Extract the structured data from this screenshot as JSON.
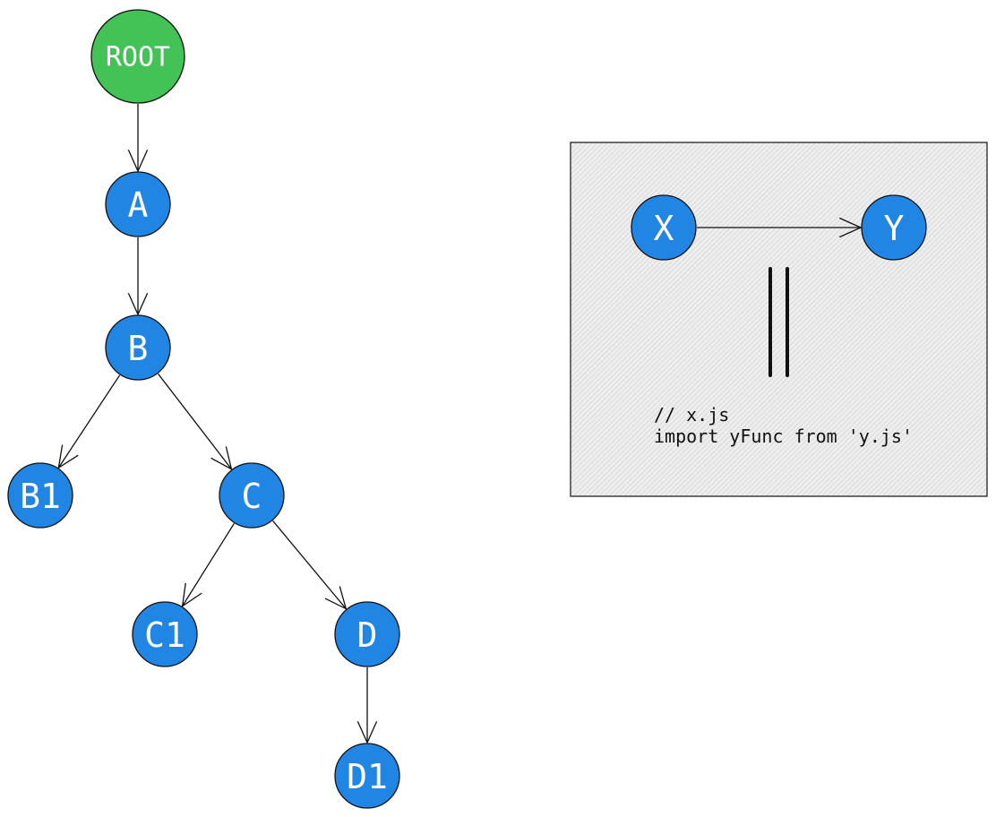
{
  "colors": {
    "root_fill": "#43c255",
    "node_fill": "#2185e4",
    "stroke": "#111111",
    "panel_fill": "#e6e6e8"
  },
  "tree": {
    "nodes": [
      {
        "id": "root",
        "label": "ROOT",
        "kind": "root"
      },
      {
        "id": "a",
        "label": "A",
        "kind": "node"
      },
      {
        "id": "b",
        "label": "B",
        "kind": "node"
      },
      {
        "id": "b1",
        "label": "B1",
        "kind": "node"
      },
      {
        "id": "c",
        "label": "C",
        "kind": "node"
      },
      {
        "id": "c1",
        "label": "C1",
        "kind": "node"
      },
      {
        "id": "d",
        "label": "D",
        "kind": "node"
      },
      {
        "id": "d1",
        "label": "D1",
        "kind": "node"
      }
    ],
    "edges": [
      {
        "from": "root",
        "to": "a"
      },
      {
        "from": "a",
        "to": "b"
      },
      {
        "from": "b",
        "to": "b1"
      },
      {
        "from": "b",
        "to": "c"
      },
      {
        "from": "c",
        "to": "c1"
      },
      {
        "from": "c",
        "to": "d"
      },
      {
        "from": "d",
        "to": "d1"
      }
    ]
  },
  "panel": {
    "nodes": [
      {
        "id": "x",
        "label": "X",
        "kind": "node"
      },
      {
        "id": "y",
        "label": "Y",
        "kind": "node"
      }
    ],
    "edges": [
      {
        "from": "x",
        "to": "y"
      }
    ],
    "symbol": "equivalence",
    "code_lines": [
      "// x.js",
      "import yFunc from 'y.js'"
    ]
  }
}
